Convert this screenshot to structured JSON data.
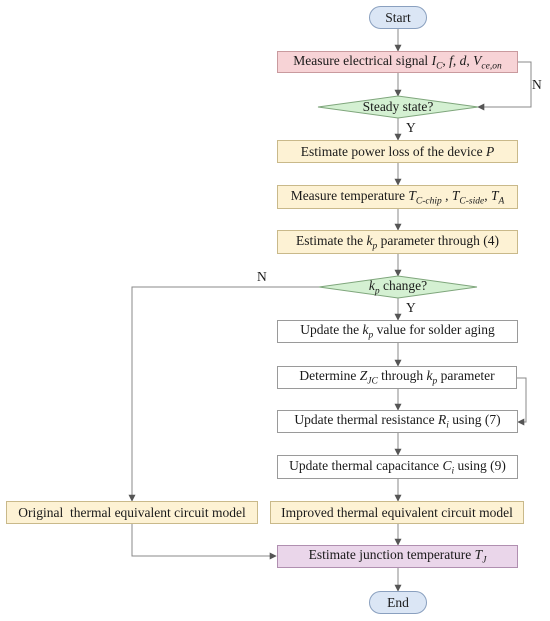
{
  "flowchart": {
    "start": "Start",
    "end": "End",
    "measure_signal": {
      "text": "Measure electrical signal ",
      "var1": "I",
      "var1_sub": "C",
      "sep1": ", ",
      "var2": "f",
      "sep2": ", ",
      "var3": "d",
      "sep3": ", ",
      "var4": "V",
      "var4_sub": "ce,on"
    },
    "steady_state": "Steady state?",
    "estimate_power": {
      "text": "Estimate power loss of the device ",
      "var": "P"
    },
    "measure_temp": {
      "text": "Measure temperature ",
      "v1": "T",
      "v1_sub": "C-chip",
      "sep1": " , ",
      "v2": "T",
      "v2_sub": "C-side",
      "sep2": ", ",
      "v3": "T",
      "v3_sub": "A"
    },
    "estimate_kp": {
      "pre": "Estimate the ",
      "var": "k",
      "sub": "p",
      "post": " parameter through (4)"
    },
    "kp_change": {
      "var": "k",
      "sub": "p",
      "post": " change?"
    },
    "update_kp": {
      "pre": "Update the ",
      "var": "k",
      "sub": "p",
      "post": " value for solder aging"
    },
    "determine_zjc": {
      "pre": "Determine ",
      "var": "Z",
      "sub": "JC",
      "mid": " through ",
      "var2": "k",
      "sub2": "p",
      "post": " parameter"
    },
    "update_rt": {
      "pre": "Update thermal resistance ",
      "var": "R",
      "sub": "i",
      "post": " using (7)"
    },
    "update_ct": {
      "pre": "Update thermal capacitance ",
      "var": "C",
      "sub": "i",
      "post": " using (9)"
    },
    "improved_model": "Improved thermal equivalent circuit model",
    "original_model": "Original  thermal equivalent circuit model",
    "estimate_tj": {
      "pre": "Estimate junction temperature ",
      "var": "T",
      "sub": "J"
    },
    "labels": {
      "n_steady": "N",
      "y_steady": "Y",
      "n_kp": "N",
      "y_kp": "Y"
    }
  },
  "colors": {
    "terminal": "#dbe6f5",
    "measure": "#f7d3d6",
    "process_warm": "#fdf2d4",
    "decision": "#d4f0d2",
    "process_plain": "#ffffff",
    "final": "#ead6ea",
    "line": "#888888"
  }
}
